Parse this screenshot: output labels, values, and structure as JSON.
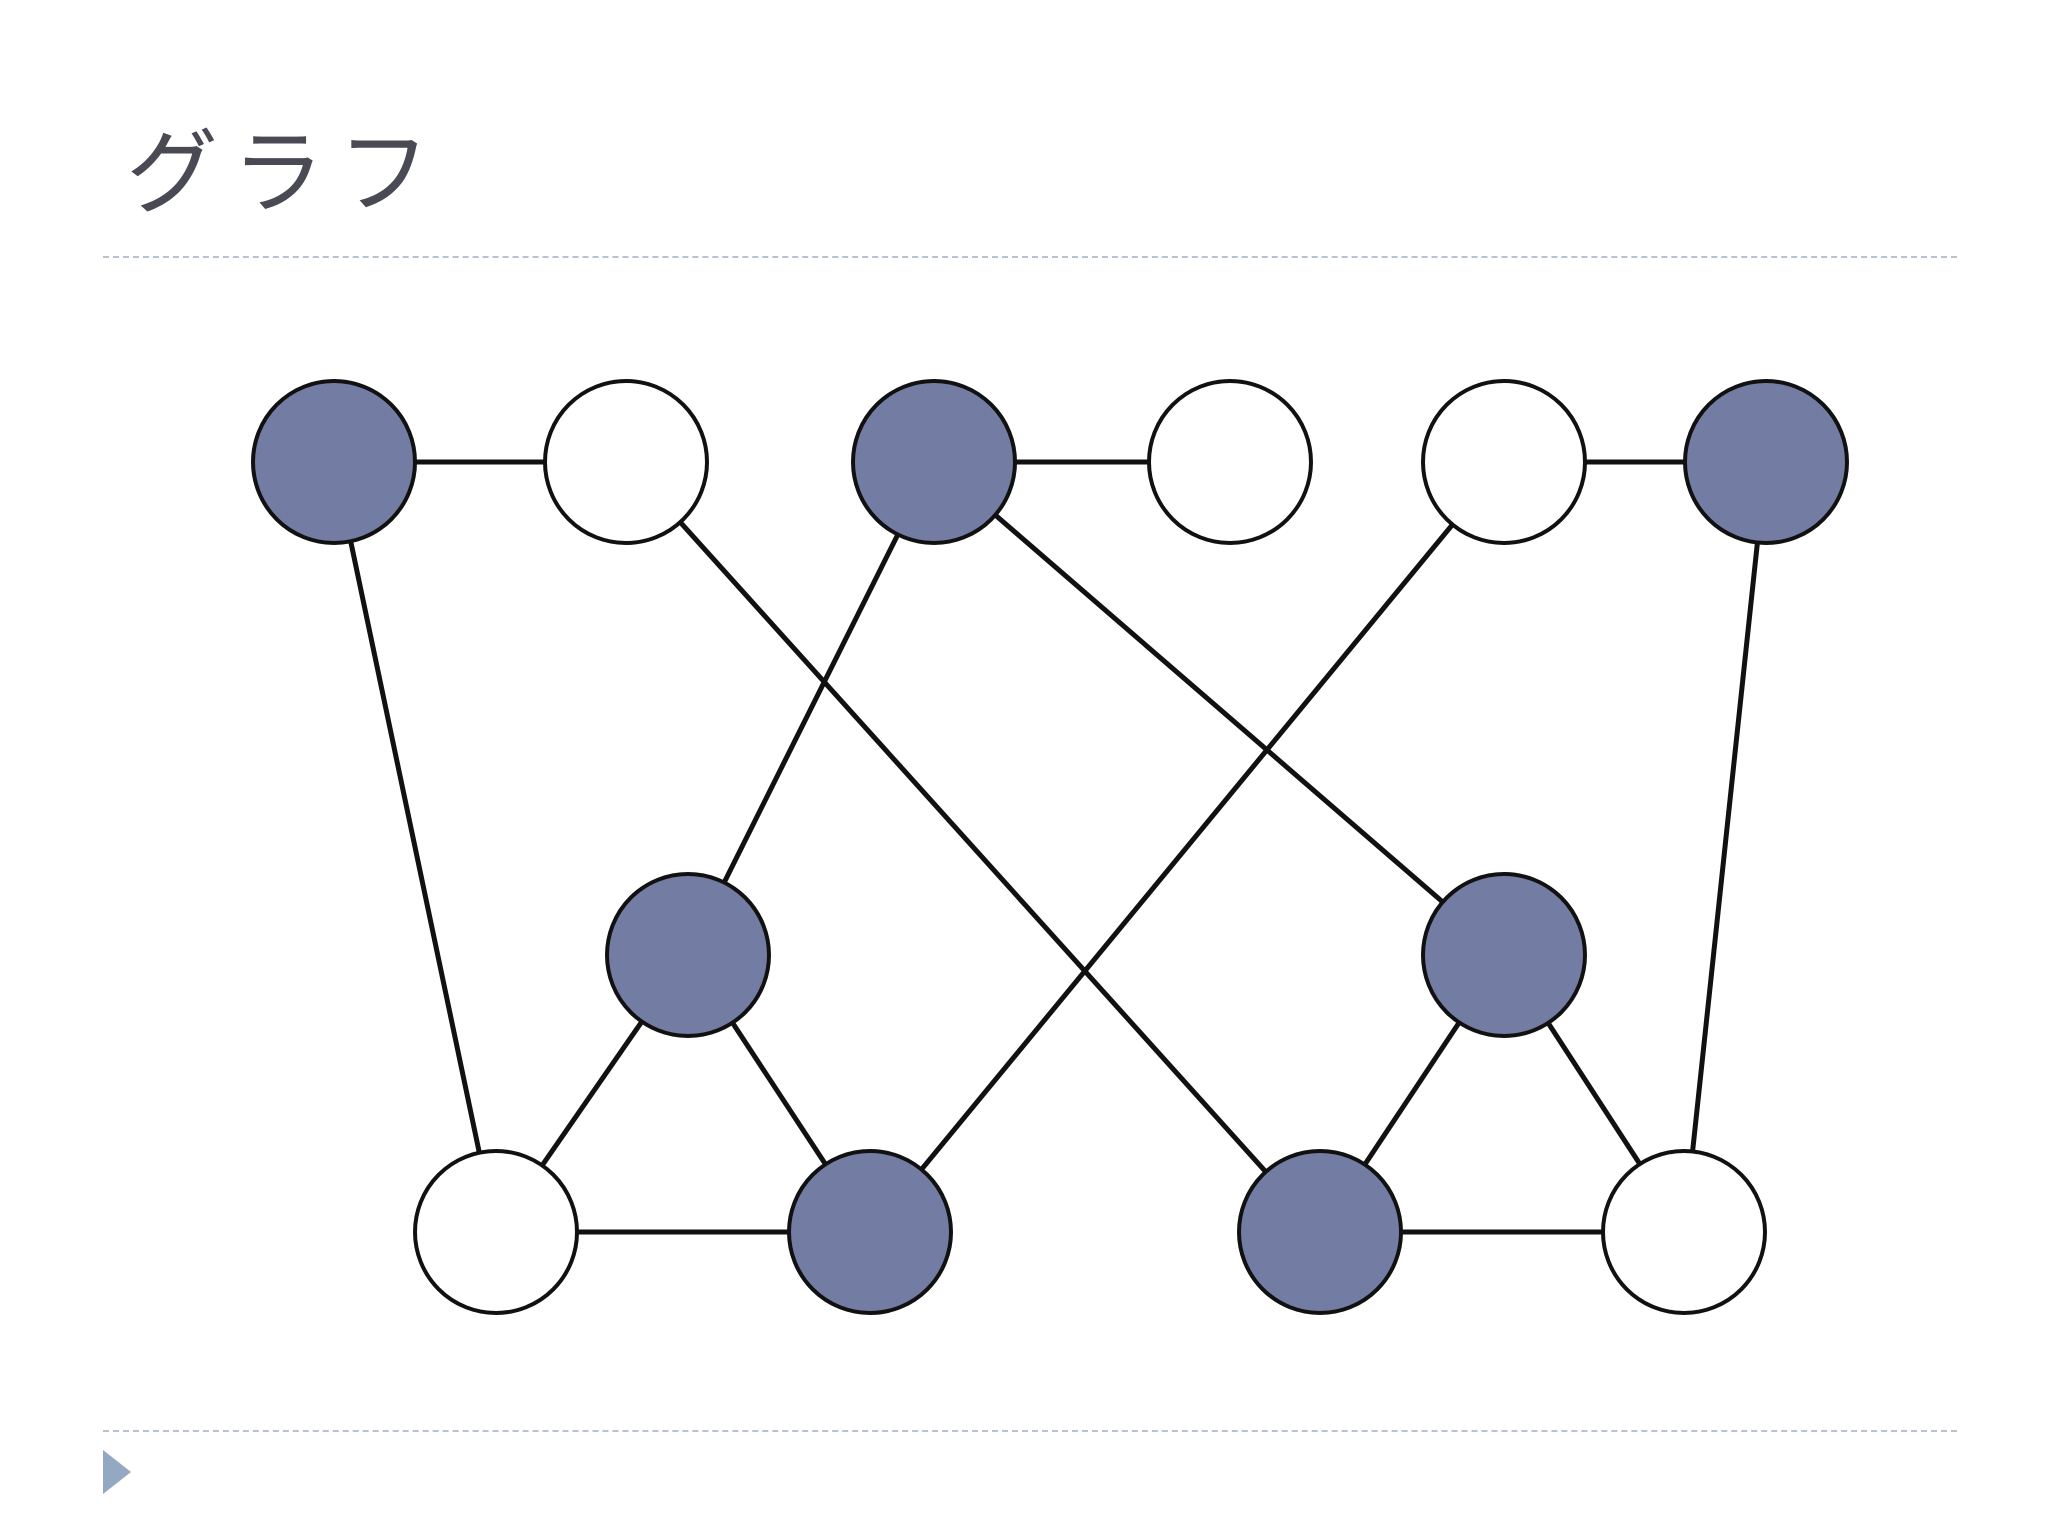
{
  "title": "グラフ",
  "graph": {
    "colors": {
      "filled": "#737ca3",
      "empty": "#ffffff",
      "stroke": "#111111"
    },
    "nodes": [
      {
        "id": "n1",
        "filled": true
      },
      {
        "id": "n2",
        "filled": false
      },
      {
        "id": "n3",
        "filled": true
      },
      {
        "id": "n4",
        "filled": false
      },
      {
        "id": "n5",
        "filled": false
      },
      {
        "id": "n6",
        "filled": true
      },
      {
        "id": "n7",
        "filled": true
      },
      {
        "id": "n8",
        "filled": true
      },
      {
        "id": "n9",
        "filled": false
      },
      {
        "id": "n10",
        "filled": true
      },
      {
        "id": "n11",
        "filled": true
      },
      {
        "id": "n12",
        "filled": false
      }
    ],
    "edges": [
      [
        "n1",
        "n2"
      ],
      [
        "n3",
        "n4"
      ],
      [
        "n5",
        "n6"
      ],
      [
        "n1",
        "n9"
      ],
      [
        "n2",
        "n11"
      ],
      [
        "n3",
        "n7"
      ],
      [
        "n3",
        "n8"
      ],
      [
        "n5",
        "n10"
      ],
      [
        "n6",
        "n12"
      ],
      [
        "n7",
        "n9"
      ],
      [
        "n7",
        "n10"
      ],
      [
        "n8",
        "n11"
      ],
      [
        "n8",
        "n12"
      ],
      [
        "n9",
        "n10"
      ],
      [
        "n11",
        "n12"
      ]
    ]
  }
}
